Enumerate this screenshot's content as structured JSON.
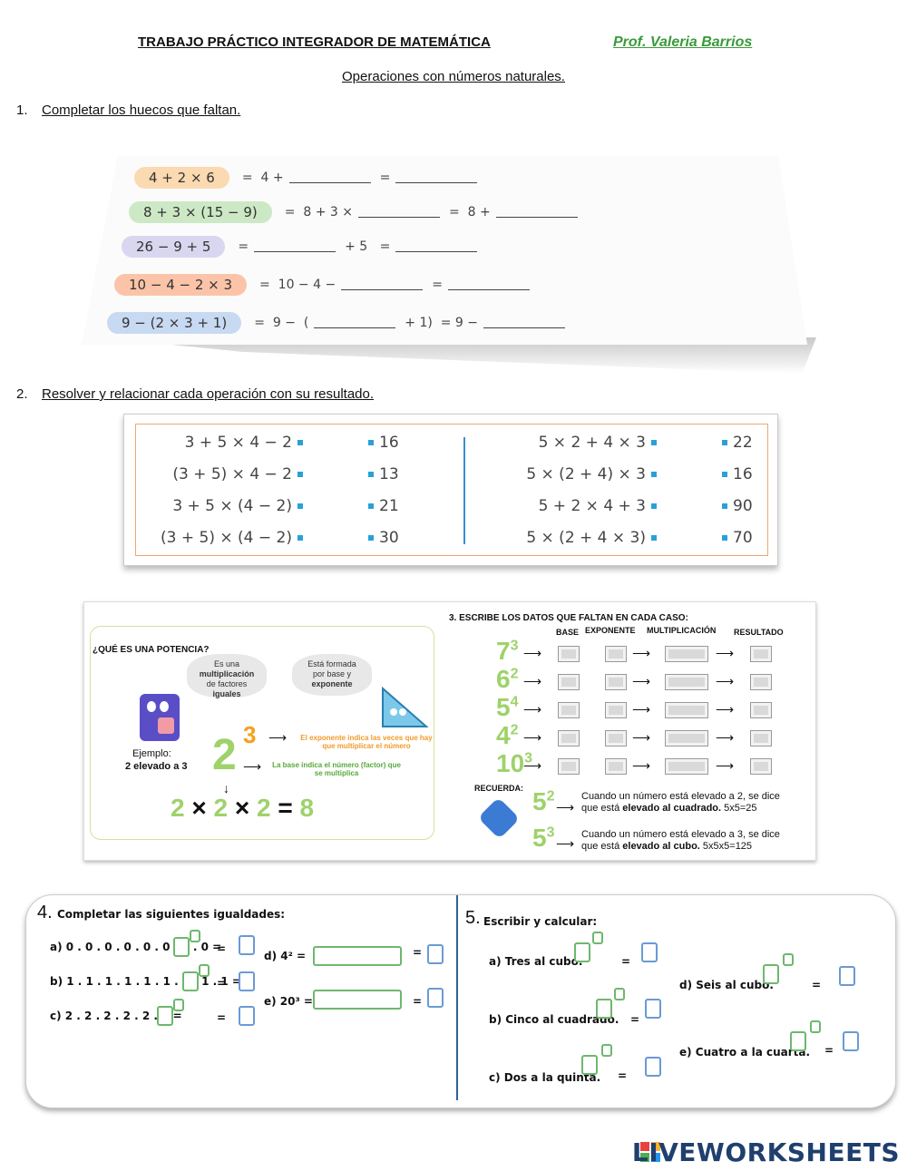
{
  "header": {
    "title": "TRABAJO PRÁCTICO INTEGRADOR DE MATEMÁTICA",
    "prof": "Prof. Valeria Barrios",
    "subtitle": "Operaciones con números naturales."
  },
  "q1": {
    "num": "1.",
    "text": "Completar los huecos que faltan."
  },
  "ex1": {
    "rows": [
      {
        "expr": "4 + 2 × 6",
        "rest": "=  4 +",
        "tail": "=",
        "color": "#fbd9b1"
      },
      {
        "expr": "8 + 3 × (15 − 9)",
        "rest": "=  8 + 3 ×",
        "tail": "=  8 +",
        "color": "#cde8c5"
      },
      {
        "expr": "26 − 9 + 5",
        "rest": "=",
        "tail": "+ 5   =",
        "color": "#d9d6f0"
      },
      {
        "expr": "10 − 4 − 2 × 3",
        "rest": "=  10 − 4 −",
        "tail": "=",
        "color": "#fbc4a8"
      },
      {
        "expr": "9 − (2 × 3 + 1)",
        "rest": "=  9 −  (",
        "tail": "+ 1)  = 9 −",
        "color": "#c8d9f2"
      }
    ]
  },
  "q2": {
    "num": "2.",
    "text": "Resolver y relacionar cada operación con su resultado."
  },
  "ex2": {
    "left": [
      {
        "op": "3 + 5 × 4 − 2",
        "res": "16"
      },
      {
        "op": "(3 + 5) × 4 − 2",
        "res": "13"
      },
      {
        "op": "3 + 5 × (4 − 2)",
        "res": "21"
      },
      {
        "op": "(3 + 5) × (4 − 2)",
        "res": "30"
      }
    ],
    "right": [
      {
        "op": "5 × 2 + 4 × 3",
        "res": "22"
      },
      {
        "op": "5 × (2 + 4) × 3",
        "res": "16"
      },
      {
        "op": "5 + 2 × 4 + 3",
        "res": "90"
      },
      {
        "op": "5 × (2 + 4 × 3)",
        "res": "70"
      }
    ]
  },
  "sec3": {
    "que": "¿QUÉ ES UNA POTENCIA?",
    "cloud1": [
      "Es una",
      "multiplicación",
      "de factores",
      "iguales"
    ],
    "cloud2": [
      "Está formada",
      "por base y",
      "exponente"
    ],
    "ejemplo": "Ejemplo:",
    "ejemplo2": "2  elevado a 3",
    "base": "2",
    "exp": "3",
    "exp_note": "El exponente indica las veces que hay que multiplicar el número",
    "base_note": "La base indica el número (factor) que se multiplica",
    "mult": [
      "2",
      "×",
      "2",
      "×",
      "2",
      "=",
      "8"
    ],
    "title3": "3.   ESCRIBE LOS DATOS QUE FALTAN EN CADA CASO:",
    "cols": [
      "BASE",
      "EXPONENTE",
      "MULTIPLICACIÓN",
      "RESULTADO"
    ],
    "powers": [
      {
        "b": "7",
        "e": "3"
      },
      {
        "b": "6",
        "e": "2"
      },
      {
        "b": "5",
        "e": "4"
      },
      {
        "b": "4",
        "e": "2"
      },
      {
        "b": "10",
        "e": "3"
      }
    ],
    "recuerda": "RECUERDA:",
    "r1": {
      "b": "5",
      "e": "2",
      "t1": "Cuando un número está elevado a 2, se dice",
      "t2a": "que está ",
      "t2b": "elevado al cuadrado.",
      "t2c": " 5x5=25"
    },
    "r2": {
      "b": "5",
      "e": "3",
      "t1": "Cuando un número está elevado a 3, se dice",
      "t2a": "que está ",
      "t2b": "elevado al cubo.",
      "t2c": " 5x5x5=125"
    }
  },
  "sec4": {
    "num": "4.",
    "title": "Completar las siguientes igualdades:",
    "a": "a)  0 . 0 . 0 . 0 . 0 . 0 . 0 . 0 =",
    "b": "b)  1 . 1 . 1 . 1 . 1 . 1 . 1 . 1 . 1 =",
    "c": "c)  2 . 2 . 2 . 2 . 2 . 2 =",
    "d": "d) 4² =",
    "e": "e) 20³ =",
    "eq": "="
  },
  "sec5": {
    "num": "5.",
    "title": "Escribir y calcular:",
    "a": "a)  Tres al cubo.",
    "b": "b)  Cinco al cuadrado.",
    "c": "c)  Dos a la quinta.",
    "d": "d) Seis al cubo.",
    "e": "e) Cuatro a la cuarta.",
    "eq": "="
  },
  "brand": "LIVEWORKSHEETS"
}
